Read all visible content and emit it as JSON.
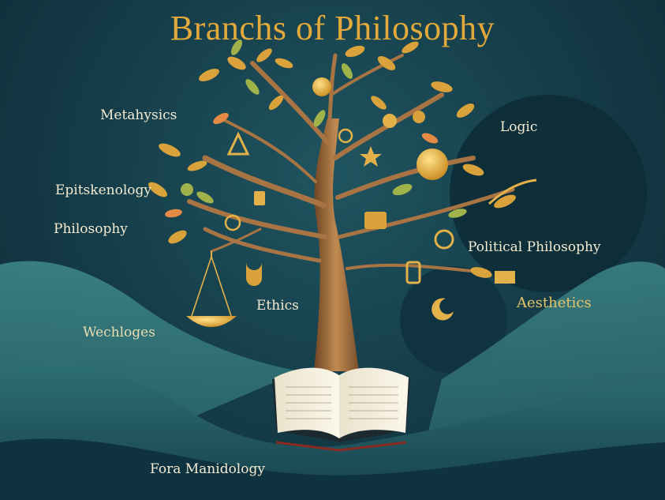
{
  "title": "Branchs of Philosophy",
  "labels": {
    "metaphysics": "Metahysics",
    "logic": "Logic",
    "epistemology": "Epitskenology",
    "philosophy": "Philosophy",
    "political": "Political Philosophy",
    "ethics": "Ethics",
    "aesthetics": "Aesthetics",
    "wechloges": "Wechloges",
    "bottom": "Fora Manidology"
  },
  "colors": {
    "background": "#163f4b",
    "gold": "#e3a93a",
    "label_light": "#f3ecd2",
    "trunk": "#9b6a3c"
  }
}
